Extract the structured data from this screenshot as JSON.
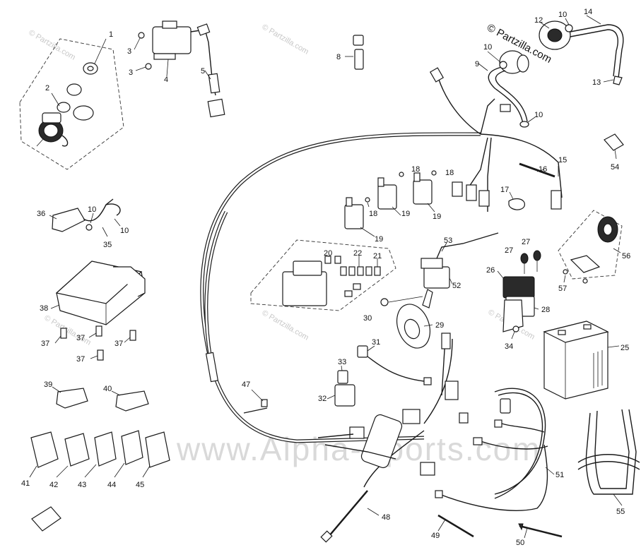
{
  "watermarks": {
    "small": "© Partzilla.com",
    "brand": "© Partzilla.com",
    "big": "www.Alpha-Sports.com"
  },
  "callouts": {
    "c1": "1",
    "c2": "2",
    "c3a": "3",
    "c3b": "3",
    "c4": "4",
    "c5": "5",
    "c8": "8",
    "c9": "9",
    "c10a": "10",
    "c10b": "10",
    "c10c": "10",
    "c10d": "10",
    "c10e": "10",
    "c12": "12",
    "c13": "13",
    "c14": "14",
    "c15": "15",
    "c16": "16",
    "c17": "17",
    "c18a": "18",
    "c18b": "18",
    "c18c": "18",
    "c19a": "19",
    "c19b": "19",
    "c19c": "19",
    "c20": "20",
    "c21": "21",
    "c22": "22",
    "c25": "25",
    "c26": "26",
    "c27a": "27",
    "c27b": "27",
    "c28": "28",
    "c29": "29",
    "c30": "30",
    "c31": "31",
    "c32": "32",
    "c33": "33",
    "c34": "34",
    "c35": "35",
    "c36": "36",
    "c37a": "37",
    "c37b": "37",
    "c37c": "37",
    "c37d": "37",
    "c38": "38",
    "c39": "39",
    "c40": "40",
    "c41": "41",
    "c42": "42",
    "c43": "43",
    "c44": "44",
    "c45": "45",
    "c47": "47",
    "c48": "48",
    "c49": "49",
    "c50": "50",
    "c51": "51",
    "c52": "52",
    "c53": "53",
    "c54": "54",
    "c55": "55",
    "c56": "56",
    "c57": "57"
  }
}
